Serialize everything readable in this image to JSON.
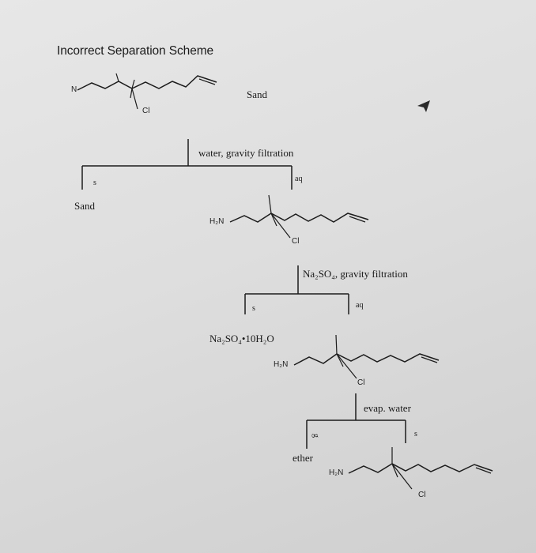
{
  "title": "Incorrect Separation Scheme",
  "start": {
    "mixture_label": "Sand",
    "atom_n": "N",
    "atom_cl": "Cl"
  },
  "step1": {
    "reagent": "water, gravity filtration",
    "solid_tag": "s",
    "aq_tag": "aq",
    "solid_product": "Sand"
  },
  "compound1": {
    "atom_amine": "H₂N",
    "atom_cl": "Cl"
  },
  "step2": {
    "reagent": "Na₂SO₄, gravity filtration",
    "solid_tag": "s",
    "aq_tag": "aq",
    "solid_product": "Na₂SO₄•10H₂O"
  },
  "compound2": {
    "atom_amine": "H₂N",
    "atom_cl": "Cl"
  },
  "step3": {
    "reagent": "evap. water",
    "gas_tag": "g",
    "solid_tag": "s",
    "gas_product": "ether"
  },
  "compound3": {
    "atom_amine": "H₂N",
    "atom_cl": "Cl"
  }
}
